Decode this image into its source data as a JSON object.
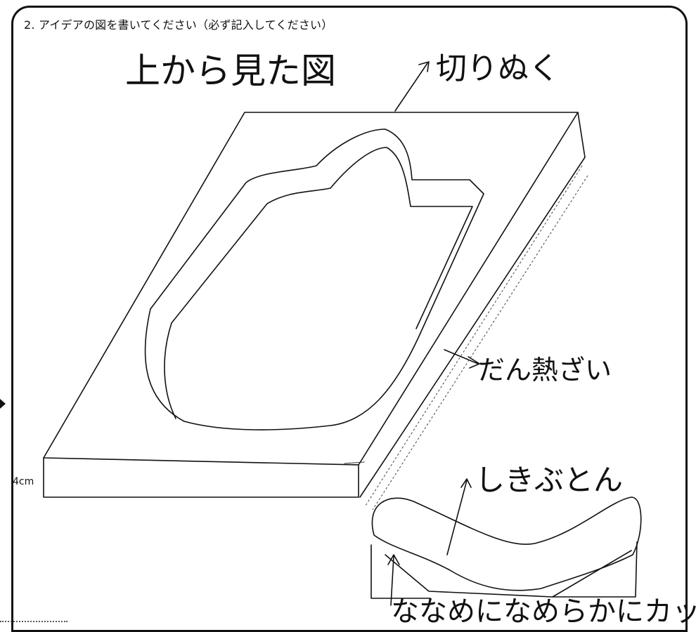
{
  "header": {
    "prompt": "2. アイデアの図を書いてください（必ず記入してください）"
  },
  "sketch": {
    "title": "上から見た図",
    "label_cutout": "切りぬく",
    "label_insulation": "だん熱ざい",
    "label_cushion": "しきぶとん",
    "label_thickness": "4cm",
    "label_cut": "ななめになめらかにカット"
  },
  "colors": {
    "ink": "#111111",
    "paper": "#ffffff"
  }
}
